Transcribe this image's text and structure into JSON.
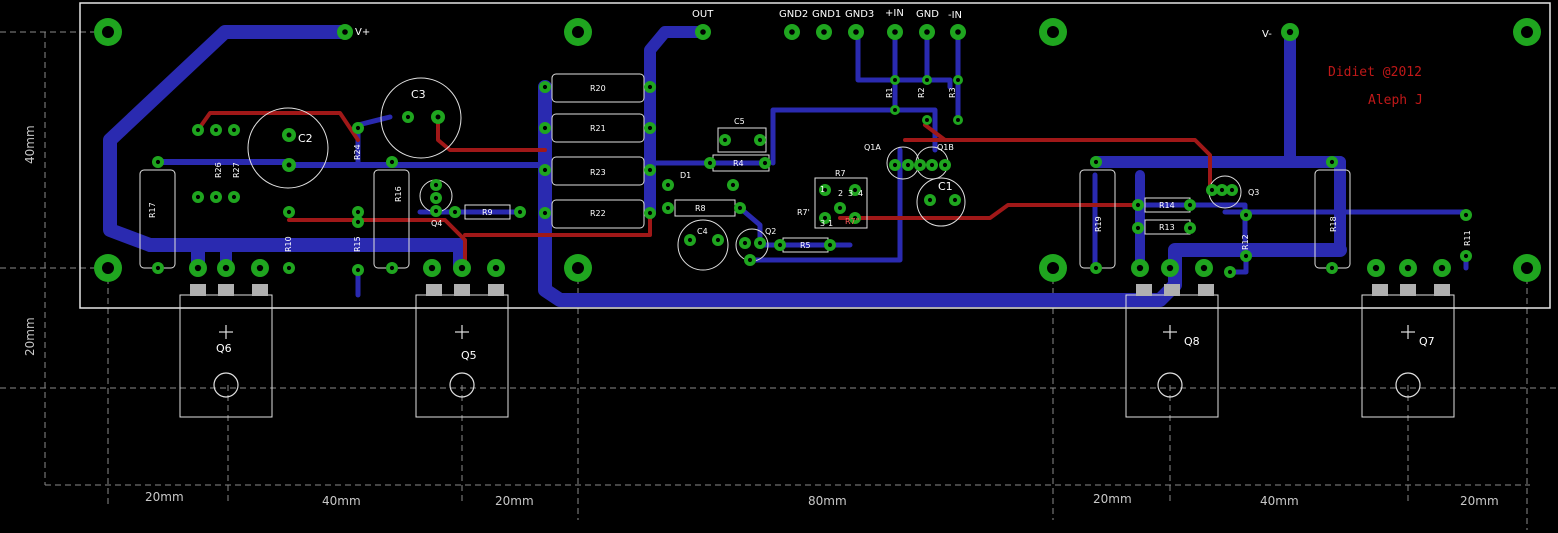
{
  "colors": {
    "background": "#000000",
    "bottom_trace": "#2a2ab0",
    "top_trace": "#a01818",
    "pad": "#1fa51f",
    "silkscreen": "#e0e0e0",
    "dimension": "#8a8a8a",
    "title_text": "#c01818"
  },
  "connectors": {
    "vplus": "V+",
    "vminus": "V-",
    "out": "OUT",
    "gnd2": "GND2",
    "gnd1": "GND1",
    "gnd3": "GND3",
    "in_plus": "+IN",
    "gnd": "GND",
    "in_minus": "-IN"
  },
  "title": {
    "line1": "Didiet @2012",
    "line2": "Aleph J"
  },
  "dimensions": {
    "left_40": "40mm",
    "left_20": "20mm",
    "bottom": [
      "20mm",
      "40mm",
      "20mm",
      "80mm",
      "20mm",
      "40mm",
      "20mm"
    ]
  },
  "transistors": {
    "q6": "Q6",
    "q5": "Q5",
    "q8": "Q8",
    "q7": "Q7",
    "q4": "Q4",
    "q2": "Q2",
    "q3": "Q3",
    "q1a": "Q1A",
    "q1b": "Q1B"
  },
  "capacitors": {
    "c1": "C1",
    "c2": "C2",
    "c3": "C3",
    "c4": "C4",
    "c5": "C5"
  },
  "diodes": {
    "d1": "D1"
  },
  "resistors": {
    "r1": "R1",
    "r2": "R2",
    "r3": "R3",
    "r4": "R4",
    "r5": "R5",
    "r7": "R7",
    "r7p": "R7'",
    "r7pp": "R7\"",
    "r8": "R8",
    "r9": "R9",
    "r10": "R10",
    "r11": "R11",
    "r12": "R12",
    "r13": "R13",
    "r14": "R14",
    "r15": "R15",
    "r16": "R16",
    "r17": "R17",
    "r18": "R18",
    "r19": "R19",
    "r20": "R20",
    "r21": "R21",
    "r22": "R22",
    "r23": "R23",
    "r24": "R24",
    "r26": "R26",
    "r27": "R27"
  },
  "trimmer_marks": {
    "n1": "1",
    "n2": "2",
    "n3": "3",
    "n3b": "3",
    "n4": "4",
    "n1b": "1"
  }
}
